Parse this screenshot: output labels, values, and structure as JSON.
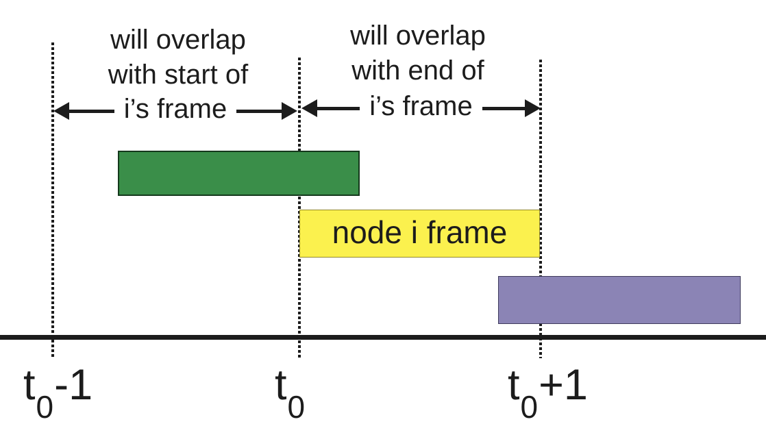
{
  "diagram": {
    "annotations": {
      "left": {
        "line1": "will overlap",
        "line2": "with start of",
        "arrow_label": "i’s frame"
      },
      "right": {
        "line1": "will overlap",
        "line2": "with end of",
        "arrow_label": "i’s frame"
      }
    },
    "frames": {
      "yellow": {
        "label": "node i frame"
      }
    },
    "timeline_labels": {
      "t0_minus_1": {
        "base": "t",
        "sub": "0",
        "rest": "-1"
      },
      "t0": {
        "base": "t",
        "sub": "0",
        "rest": ""
      },
      "t0_plus_1": {
        "base": "t",
        "sub": "0",
        "rest": "+1"
      }
    },
    "colors": {
      "green": "#3A8E49",
      "yellow": "#FBF14E",
      "purple": "#8B84B5",
      "ink": "#1c1c1c"
    }
  }
}
